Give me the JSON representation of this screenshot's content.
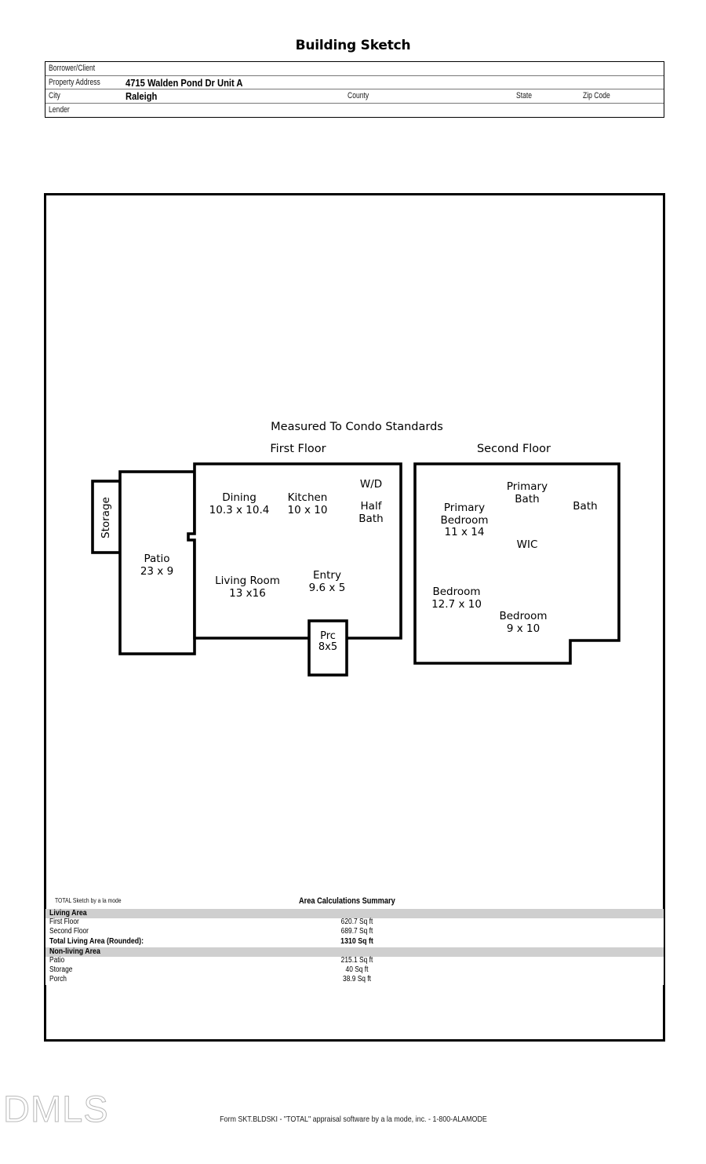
{
  "document": {
    "title": "Building Sketch",
    "form_footer": "Form SKT.BLDSKI - \"TOTAL\" appraisal software by a la mode, inc. - 1-800-ALAMODE",
    "watermark": "DMLS"
  },
  "header_table": {
    "rows": [
      {
        "label": "Borrower/Client",
        "value": ""
      },
      {
        "label": "Property Address",
        "value": "4715 Walden Pond Dr Unit A"
      },
      {
        "label": "City",
        "value": "Raleigh"
      },
      {
        "label": "Lender",
        "value": ""
      }
    ],
    "inline_labels": {
      "county": "County",
      "state": "State",
      "zip_code": "Zip Code"
    },
    "inline_values": {
      "county": "",
      "state": "",
      "zip_code": ""
    }
  },
  "sketch": {
    "note": "Measured To Condo Standards",
    "first_floor_heading": "First Floor",
    "second_floor_heading": "Second Floor",
    "credit": "TOTAL Sketch by a la mode",
    "first_floor_rooms": [
      {
        "name": "Storage",
        "dims": ""
      },
      {
        "name": "Patio",
        "dims": "23 x 9"
      },
      {
        "name": "Dining",
        "dims": "10.3 x 10.4"
      },
      {
        "name": "Kitchen",
        "dims": "10 x 10"
      },
      {
        "name": "W/D",
        "dims": ""
      },
      {
        "name": "Half\nBath",
        "dims": ""
      },
      {
        "name": "Living Room",
        "dims": "13 x16"
      },
      {
        "name": "Entry",
        "dims": "9.6 x 5"
      },
      {
        "name": "Prc",
        "dims": "8x5"
      }
    ],
    "second_floor_rooms": [
      {
        "name": "Primary\nBath",
        "dims": ""
      },
      {
        "name": "Bath",
        "dims": ""
      },
      {
        "name": "Primary\nBedroom",
        "dims": "11 x 14"
      },
      {
        "name": "WIC",
        "dims": ""
      },
      {
        "name": "Bedroom",
        "dims": "12.7 x 10"
      },
      {
        "name": "Bedroom",
        "dims": "9 x 10"
      }
    ]
  },
  "area_summary": {
    "title": "Area Calculations Summary",
    "sections": [
      {
        "heading": "Living Area",
        "rows": [
          {
            "name": "First Floor",
            "value": "620.7 Sq ft"
          },
          {
            "name": "Second Floor",
            "value": "689.7 Sq ft"
          },
          {
            "name": "Total Living Area (Rounded):",
            "value": "1310 Sq ft",
            "total": true
          }
        ]
      },
      {
        "heading": "Non-living Area",
        "rows": [
          {
            "name": "Patio",
            "value": "215.1 Sq ft"
          },
          {
            "name": "Storage",
            "value": "40 Sq ft"
          },
          {
            "name": "Porch",
            "value": "38.9 Sq ft"
          }
        ]
      }
    ]
  }
}
